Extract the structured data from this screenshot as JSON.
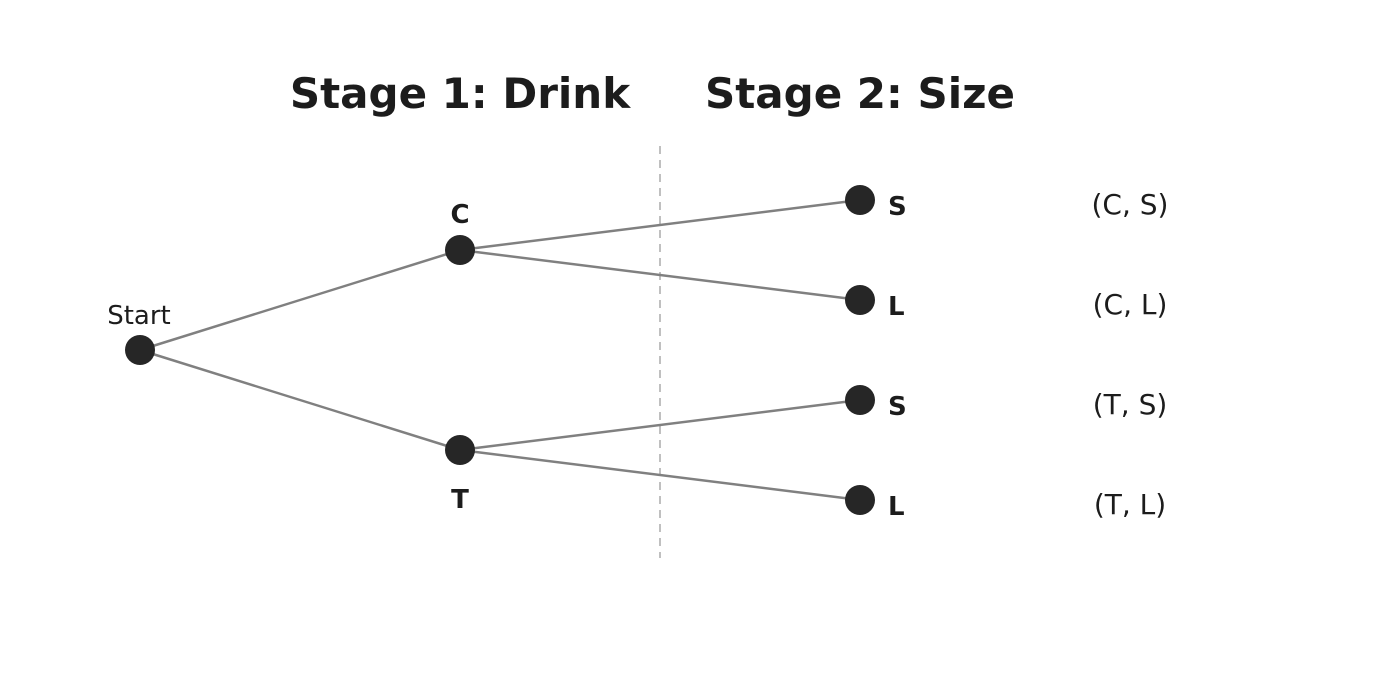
{
  "stages": {
    "stage1_title": "Stage 1: Drink",
    "stage2_title": "Stage 2: Size"
  },
  "nodes": {
    "start": "Start",
    "drink_c": "C",
    "drink_t": "T",
    "size_cs": "S",
    "size_cl": "L",
    "size_ts": "S",
    "size_tl": "L"
  },
  "outcomes": [
    "(C, S)",
    "(C, L)",
    "(T, S)",
    "(T, L)"
  ],
  "colors": {
    "node": "#262626",
    "edge": "#808080",
    "divider": "#b0b0b0",
    "text": "#1c1c1c"
  }
}
